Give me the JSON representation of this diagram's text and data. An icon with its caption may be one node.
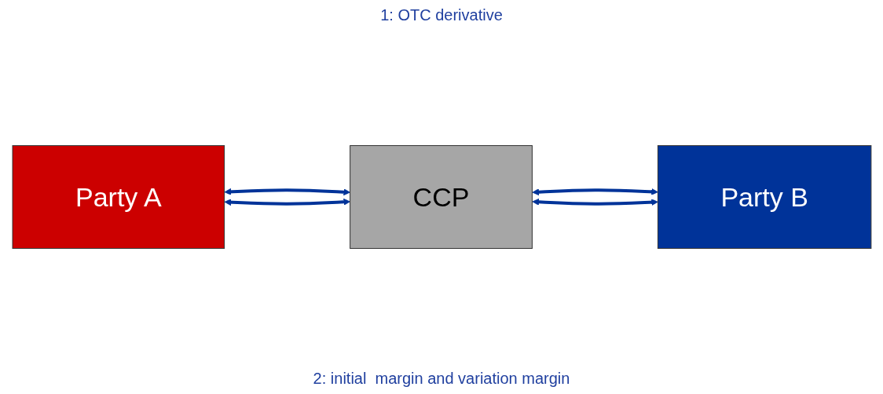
{
  "diagram": {
    "nodes": [
      {
        "text": [
          "Party A"
        ]
      },
      {
        "text": [
          "CCP"
        ]
      },
      {
        "text": [
          "Party B"
        ]
      }
    ],
    "edges": [
      {
        "from": 0,
        "to": 1,
        "arrow": "both"
      },
      {
        "from": 1,
        "to": 2,
        "arrow": "both"
      },
      {
        "from": 0,
        "to": 1,
        "arrow": "both"
      },
      {
        "from": 1,
        "to": 2,
        "arrow": "both"
      }
    ],
    "labels": [
      "1: OTC derivative",
      "2: initial  margin and variation margin"
    ]
  }
}
